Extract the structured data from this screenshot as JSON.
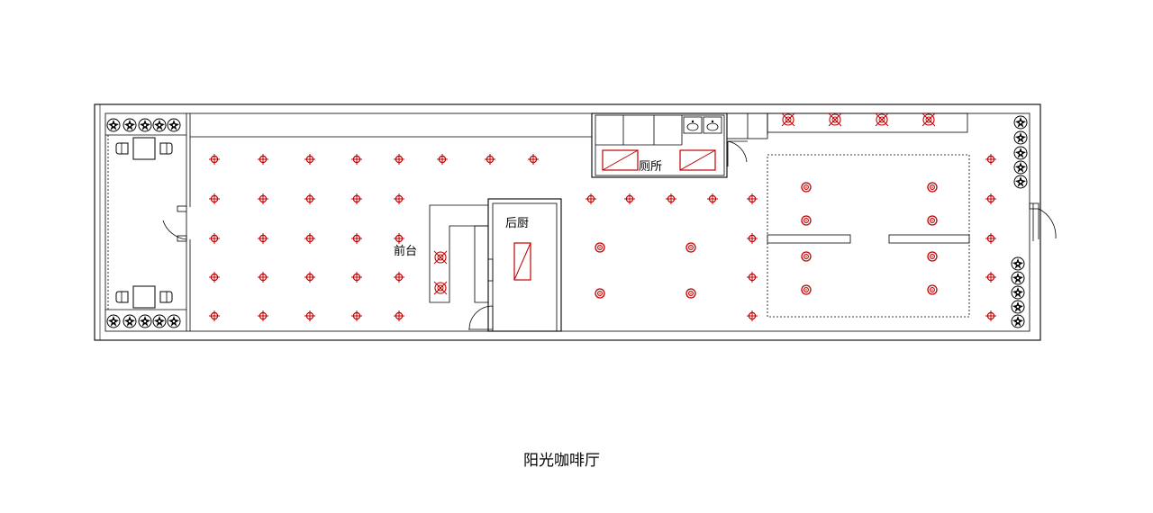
{
  "title": "阳光咖啡厅",
  "rooms": {
    "toilet": "厕所",
    "kitchen": "后厨",
    "front_desk": "前台"
  },
  "colors": {
    "walls": "#000000",
    "fixtures": "#c00000",
    "background": "#ffffff"
  },
  "icons": {
    "downlight": "crosshair-circle-icon",
    "spotlight": "target-circle-icon",
    "fan_light": "x-circle-icon",
    "plant": "shrub-icon",
    "table_set": "table-chairs-icon",
    "door": "door-swing-icon",
    "sink": "basin-icon",
    "exhaust": "vent-icon"
  }
}
